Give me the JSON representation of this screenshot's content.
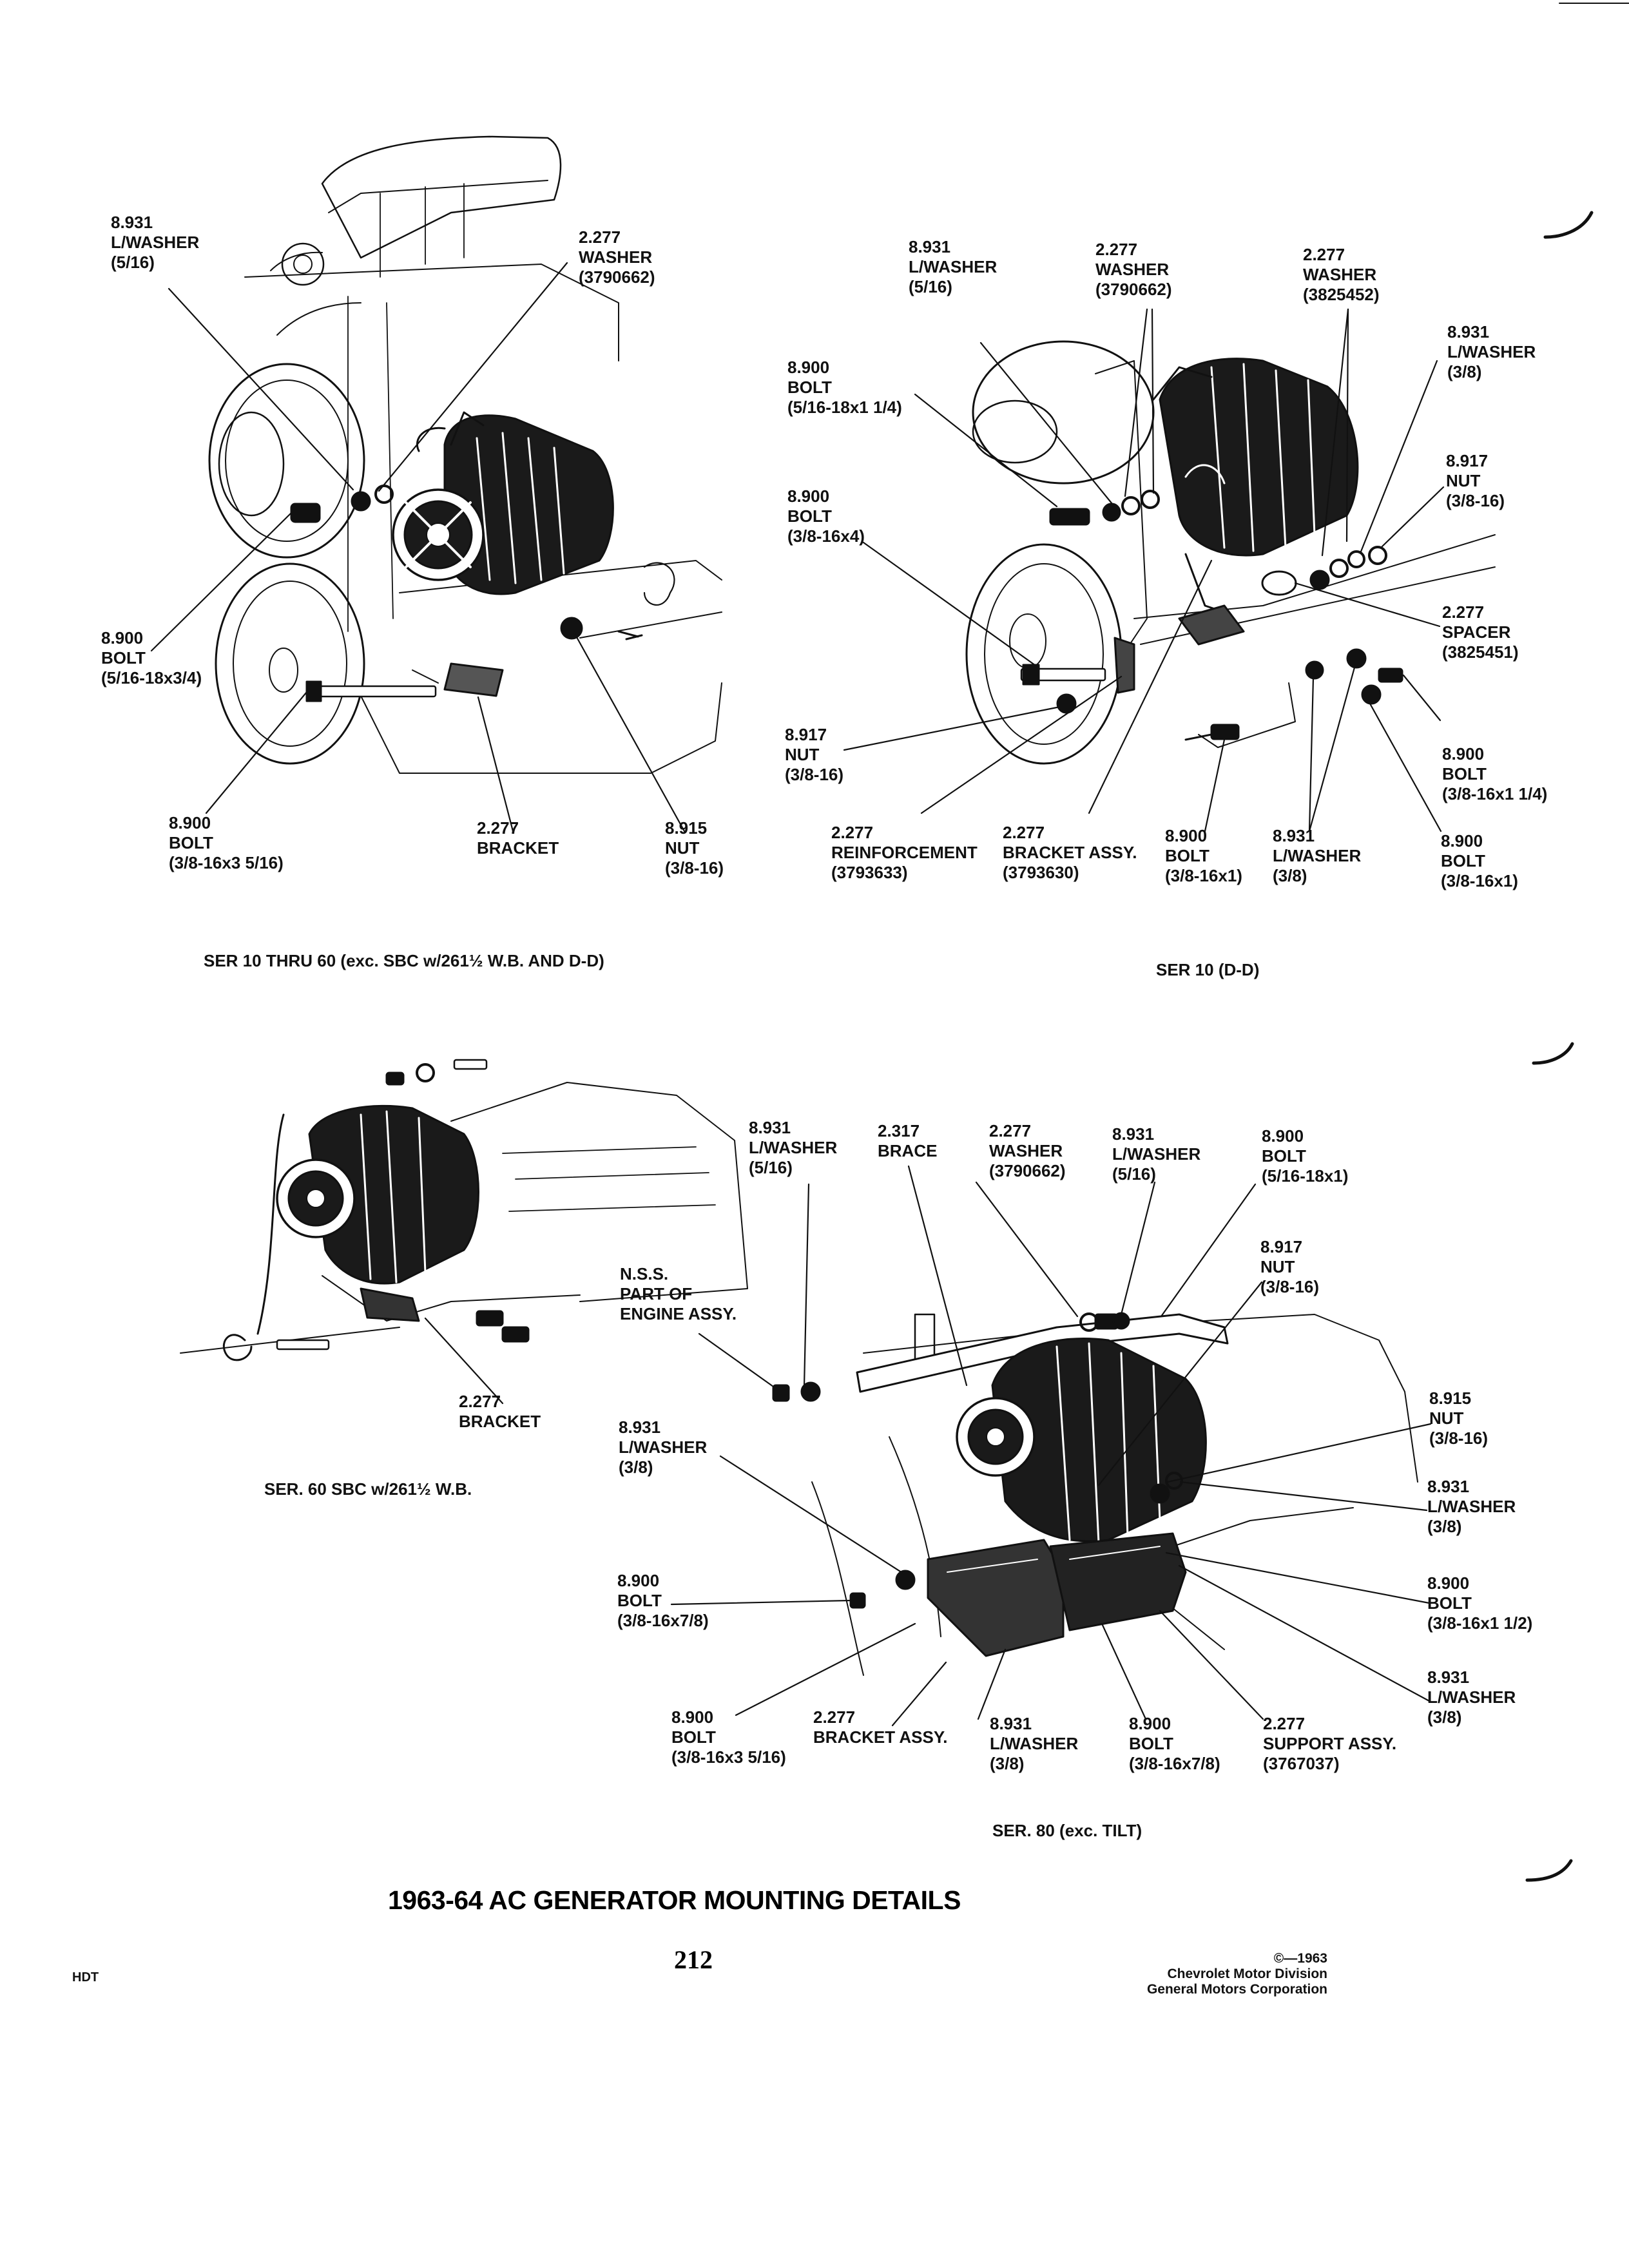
{
  "title": "1963-64 AC GENERATOR MOUNTING DETAILS",
  "page_number": "212",
  "footer": {
    "code": "HDT",
    "copyright": [
      "©—1963",
      "Chevrolet Motor Division",
      "General Motors Corporation"
    ]
  },
  "captions": {
    "top_left": "SER 10 THRU 60 (exc. SBC w/261½ W.B. AND D-D)",
    "top_right": "SER 10 (D-D)",
    "bottom_left": "SER. 60 SBC w/261½ W.B.",
    "bottom_right": "SER. 80 (exc. TILT)"
  },
  "callouts": {
    "tl_lwasher": [
      "8.931",
      "L/WASHER",
      "(5/16)"
    ],
    "tl_washer": [
      "2.277",
      "WASHER",
      "(3790662)"
    ],
    "tl_bolt_a": [
      "8.900",
      "BOLT",
      "(5/16-18x3/4)"
    ],
    "tl_bolt_b": [
      "8.900",
      "BOLT",
      "(3/8-16x3 5/16)"
    ],
    "tl_bracket": [
      "2.277",
      "BRACKET"
    ],
    "tl_nut": [
      "8.915",
      "NUT",
      "(3/8-16)"
    ],
    "tr_lwasher_a": [
      "8.931",
      "L/WASHER",
      "(5/16)"
    ],
    "tr_washer_a": [
      "2.277",
      "WASHER",
      "(3790662)"
    ],
    "tr_washer_b": [
      "2.277",
      "WASHER",
      "(3825452)"
    ],
    "tr_lwasher_b": [
      "8.931",
      "L/WASHER",
      "(3/8)"
    ],
    "tr_bolt_a": [
      "8.900",
      "BOLT",
      "(5/16-18x1 1/4)"
    ],
    "tr_bolt_b": [
      "8.900",
      "BOLT",
      "(3/8-16x4)"
    ],
    "tr_nut_a": [
      "8.917",
      "NUT",
      "(3/8-16)"
    ],
    "tr_spacer": [
      "2.277",
      "SPACER",
      "(3825451)"
    ],
    "tr_nut_b": [
      "8.917",
      "NUT",
      "(3/8-16)"
    ],
    "tr_bolt_c": [
      "8.900",
      "BOLT",
      "(3/8-16x1 1/4)"
    ],
    "tr_reinforcement": [
      "2.277",
      "REINFORCEMENT",
      "(3793633)"
    ],
    "tr_bracket_assy": [
      "2.277",
      "BRACKET ASSY.",
      "(3793630)"
    ],
    "tr_bolt_d": [
      "8.900",
      "BOLT",
      "(3/8-16x1)"
    ],
    "tr_lwasher_c": [
      "8.931",
      "L/WASHER",
      "(3/8)"
    ],
    "tr_bolt_e": [
      "8.900",
      "BOLT",
      "(3/8-16x1)"
    ],
    "bl_bracket": [
      "2.277",
      "BRACKET"
    ],
    "br_lwasher_a": [
      "8.931",
      "L/WASHER",
      "(5/16)"
    ],
    "br_brace": [
      "2.317",
      "BRACE"
    ],
    "br_washer": [
      "2.277",
      "WASHER",
      "(3790662)"
    ],
    "br_lwasher_b": [
      "8.931",
      "L/WASHER",
      "(5/16)"
    ],
    "br_bolt_a": [
      "8.900",
      "BOLT",
      "(5/16-18x1)"
    ],
    "br_nut_a": [
      "8.917",
      "NUT",
      "(3/8-16)"
    ],
    "br_nss": [
      "N.S.S.",
      "PART OF",
      "ENGINE ASSY."
    ],
    "br_lwasher_c": [
      "8.931",
      "L/WASHER",
      "(3/8)"
    ],
    "br_nut_b": [
      "8.915",
      "NUT",
      "(3/8-16)"
    ],
    "br_lwasher_d": [
      "8.931",
      "L/WASHER",
      "(3/8)"
    ],
    "br_bolt_b": [
      "8.900",
      "BOLT",
      "(3/8-16x7/8)"
    ],
    "br_bolt_c": [
      "8.900",
      "BOLT",
      "(3/8-16x1 1/2)"
    ],
    "br_lwasher_e": [
      "8.931",
      "L/WASHER",
      "(3/8)"
    ],
    "br_bolt_d": [
      "8.900",
      "BOLT",
      "(3/8-16x3 5/16)"
    ],
    "br_bracket_assy": [
      "2.277",
      "BRACKET ASSY."
    ],
    "br_lwasher_f": [
      "8.931",
      "L/WASHER",
      "(3/8)"
    ],
    "br_bolt_e": [
      "8.900",
      "BOLT",
      "(3/8-16x7/8)"
    ],
    "br_support": [
      "2.277",
      "SUPPORT ASSY.",
      "(3767037)"
    ]
  }
}
